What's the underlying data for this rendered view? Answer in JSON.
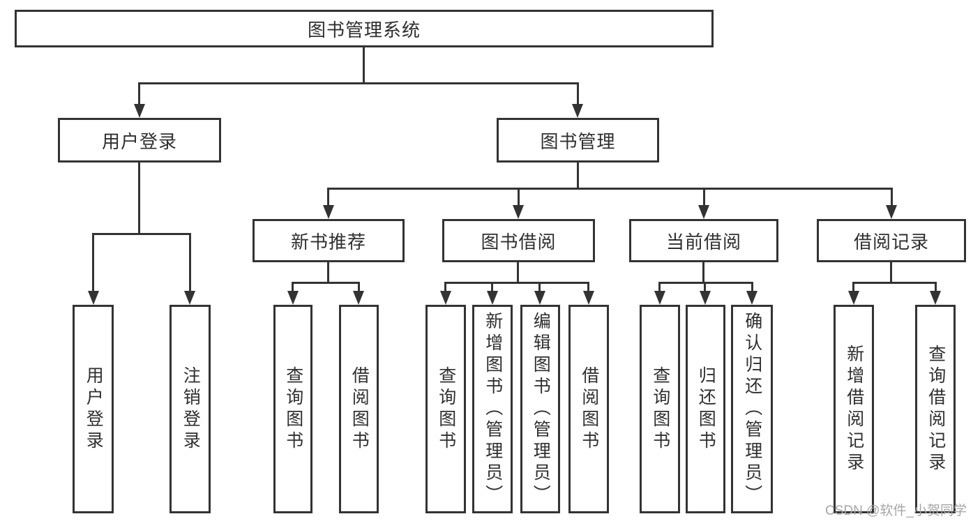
{
  "nodes": {
    "root": "图书管理系统",
    "user_login": "用户登录",
    "book_mgmt": "图书管理",
    "new_book": "新书推荐",
    "book_borrow": "图书借阅",
    "current_borrow": "当前借阅",
    "borrow_record": "借阅记录",
    "leaf_user_login": "用户登录",
    "leaf_logout": "注销登录",
    "leaf_nb_query": "查询图书",
    "leaf_nb_borrow": "借阅图书",
    "leaf_bb_query": "查询图书",
    "leaf_bb_add": "新增图书（管理员）",
    "leaf_bb_edit": "编辑图书（管理员）",
    "leaf_bb_borrow": "借阅图书",
    "leaf_cb_query": "查询图书",
    "leaf_cb_return": "归还图书",
    "leaf_cb_confirm": "确认归还（管理员）",
    "leaf_br_add": "新增借阅记录",
    "leaf_br_query": "查询借阅记录"
  },
  "hierarchy": {
    "root": [
      "user_login",
      "book_mgmt"
    ],
    "user_login": [
      "leaf_user_login",
      "leaf_logout"
    ],
    "book_mgmt": [
      "new_book",
      "book_borrow",
      "current_borrow",
      "borrow_record"
    ],
    "new_book": [
      "leaf_nb_query",
      "leaf_nb_borrow"
    ],
    "book_borrow": [
      "leaf_bb_query",
      "leaf_bb_add",
      "leaf_bb_edit",
      "leaf_bb_borrow"
    ],
    "current_borrow": [
      "leaf_cb_query",
      "leaf_cb_return",
      "leaf_cb_confirm"
    ],
    "borrow_record": [
      "leaf_br_add",
      "leaf_br_query"
    ]
  },
  "watermark": "CSDN @软件_小贺同学",
  "colors": {
    "line": "#333333",
    "text": "#2f2f2f",
    "watermark": "#a6a6a6",
    "background": "#ffffff"
  }
}
